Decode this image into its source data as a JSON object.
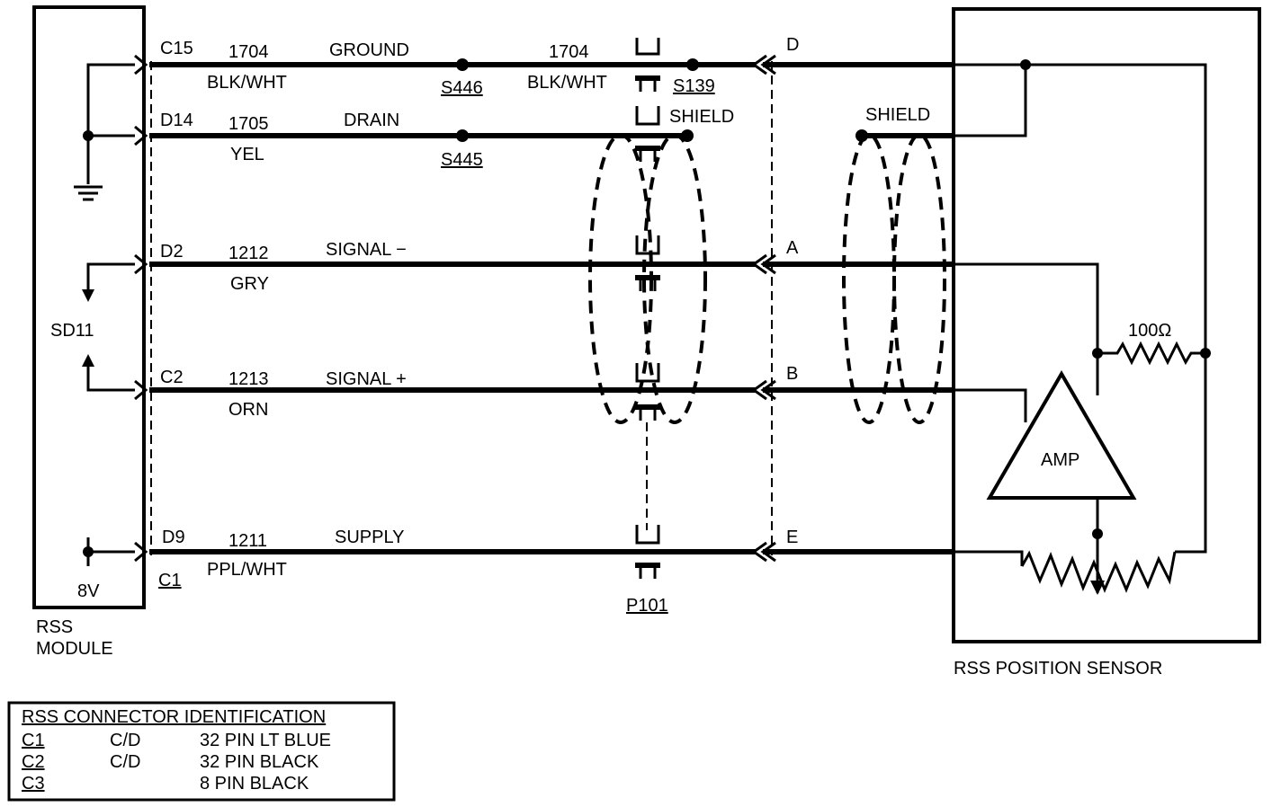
{
  "module": {
    "line1": "RSS",
    "line2": "MODULE",
    "sd11": "SD11",
    "v8": "8V"
  },
  "sensor": {
    "label": "RSS POSITION SENSOR",
    "amp": "AMP",
    "resistor": "100Ω"
  },
  "circuits": [
    {
      "module_pin": "C15",
      "circuit": "1704",
      "color": "BLK/WHT",
      "function": "GROUND",
      "sensor_pin": "D"
    },
    {
      "module_pin": "D14",
      "circuit": "1705",
      "color": "YEL",
      "function": "DRAIN",
      "sensor_pin": ""
    },
    {
      "module_pin": "D2",
      "circuit": "1212",
      "color": "GRY",
      "function": "SIGNAL −",
      "sensor_pin": "A"
    },
    {
      "module_pin": "C2",
      "circuit": "1213",
      "color": "ORN",
      "function": "SIGNAL +",
      "sensor_pin": "B"
    },
    {
      "module_pin": "D9",
      "circuit": "1211",
      "color": "PPL/WHT",
      "function": "SUPPLY",
      "sensor_pin": "E"
    }
  ],
  "ground_right": {
    "circuit": "1704",
    "color": "BLK/WHT"
  },
  "splices": {
    "s446": "S446",
    "s445": "S445",
    "s139": "S139"
  },
  "shield": {
    "left": "SHIELD",
    "right": "SHIELD"
  },
  "connectors": {
    "c1": "C1",
    "p101": "P101"
  },
  "legend": {
    "title": "RSS CONNECTOR IDENTIFICATION",
    "rows": [
      {
        "id": "C1",
        "type": "C/D",
        "desc": "32 PIN LT BLUE"
      },
      {
        "id": "C2",
        "type": "C/D",
        "desc": "32 PIN BLACK"
      },
      {
        "id": "C3",
        "type": "",
        "desc": "8 PIN BLACK"
      }
    ]
  }
}
